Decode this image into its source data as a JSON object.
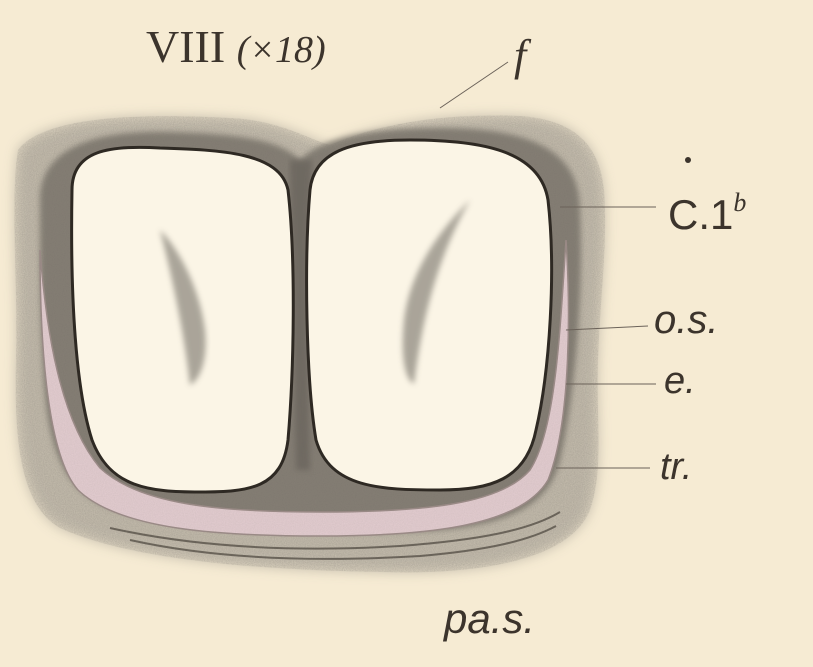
{
  "figure": {
    "title": "VIII",
    "magnification": "(×18)",
    "labels": {
      "f": "f",
      "c1": "C.1",
      "c1_sup": "b",
      "os": "o.s.",
      "e": "e.",
      "tr": "tr.",
      "pas": "pa.s."
    }
  },
  "colors": {
    "paper": "#f6ebd3",
    "ink": "#3c342c",
    "tissue": "#8f8a80",
    "pink_layer": "#e3ccd0",
    "lobe": "#fbf5e6"
  }
}
